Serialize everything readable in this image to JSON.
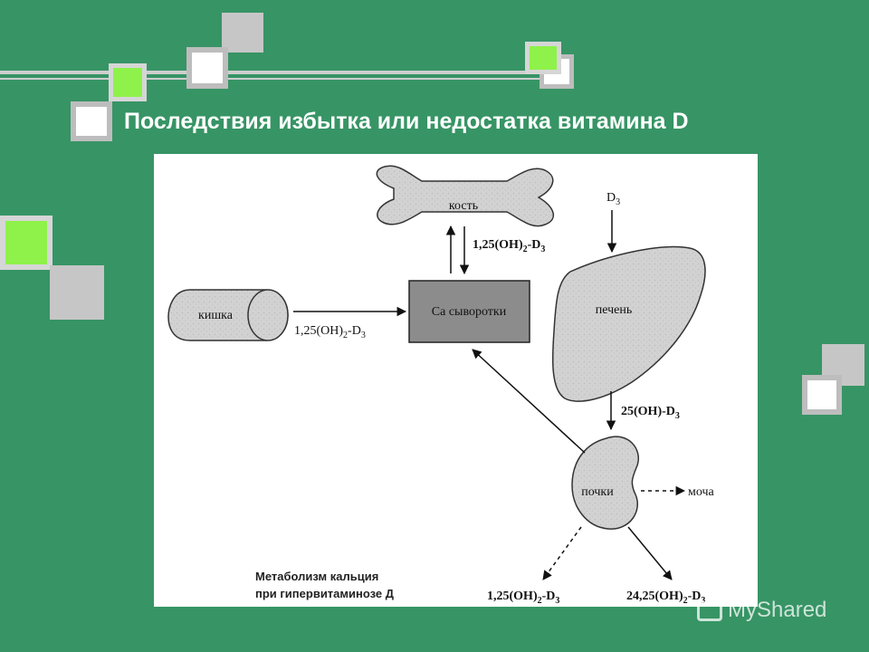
{
  "slide": {
    "title": "Последствия избытка или недостатка витамина D"
  },
  "diagram": {
    "nodes": {
      "bone": "кость",
      "intestine": "кишка",
      "serum_ca": "Ca сыворотки",
      "liver": "печень",
      "kidneys": "почки",
      "urine": "моча"
    },
    "labels": {
      "d3": "D",
      "d3_sub": "3",
      "bone_arrow_main": "1,25(OH)",
      "bone_arrow_sub2": "2",
      "bone_arrow_dash": "-D",
      "bone_arrow_sub3": "3",
      "intestine_arrow_main": "1,25(OH)",
      "intestine_arrow_sub2": "2",
      "intestine_arrow_dash": "-D",
      "intestine_arrow_sub3": "3",
      "liver_arrow_main": "25(OH)-D",
      "liver_arrow_sub3": "3",
      "out_left_main": "1,25(OH)",
      "out_left_sub2": "2",
      "out_left_dash": "-D",
      "out_left_sub3": "3",
      "out_right_main": "24,25(OH)",
      "out_right_sub2": "2",
      "out_right_dash": "-D",
      "out_right_sub3": "3"
    },
    "caption": {
      "line1": "Метаболизм кальция",
      "line2": "при гипервитаминозе Д"
    }
  },
  "watermark": "MyShared",
  "colors": {
    "background": "#379465",
    "accent_green": "#8ef24a",
    "square_gray": "#c6c6c6"
  }
}
